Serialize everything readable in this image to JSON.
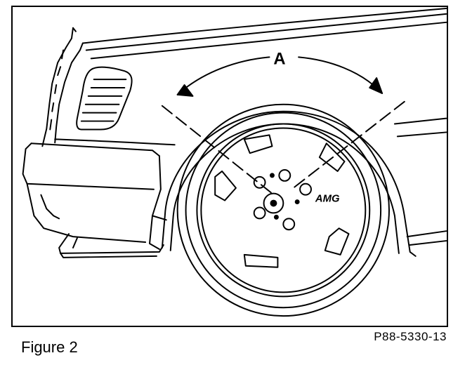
{
  "figure": {
    "caption": "Figure 2",
    "part_number": "P88-5330-13"
  },
  "illustration": {
    "angle_label": "A",
    "wheel_badge": "AMG",
    "line_color": "#000000",
    "background_color": "#ffffff",
    "icons": [
      "front-bumper",
      "headlight",
      "fender",
      "wheel-arch",
      "tire",
      "alloy-wheel",
      "dimension-arrow"
    ]
  }
}
